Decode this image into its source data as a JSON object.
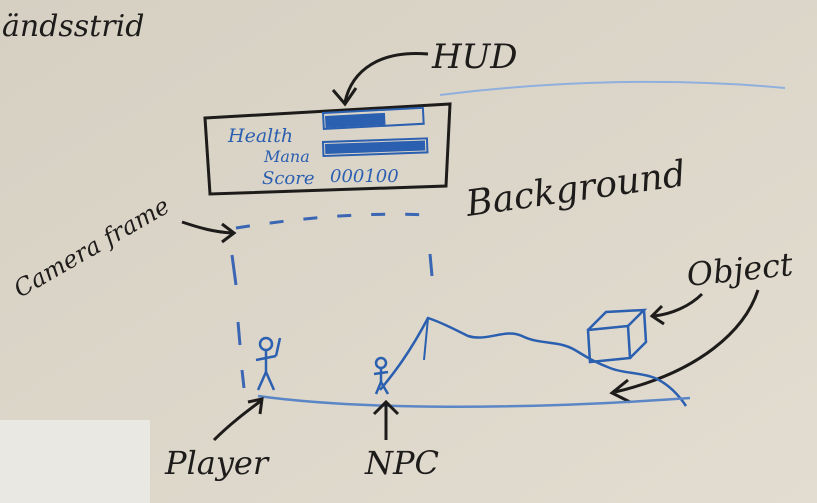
{
  "title": "ändsstrid",
  "labels": {
    "hud": "HUD",
    "background": "Background",
    "camera_frame": "Camera frame",
    "object": "Object",
    "player": "Player",
    "npc": "NPC"
  },
  "hud_panel": {
    "health_label": "Health",
    "mana_label": "Mana",
    "score_label": "Score",
    "score_value": "000100"
  },
  "colors": {
    "ink_black": "#1e1c1a",
    "ink_blue": "#2b5fb0",
    "whiteboard": "#d9d3c6"
  }
}
